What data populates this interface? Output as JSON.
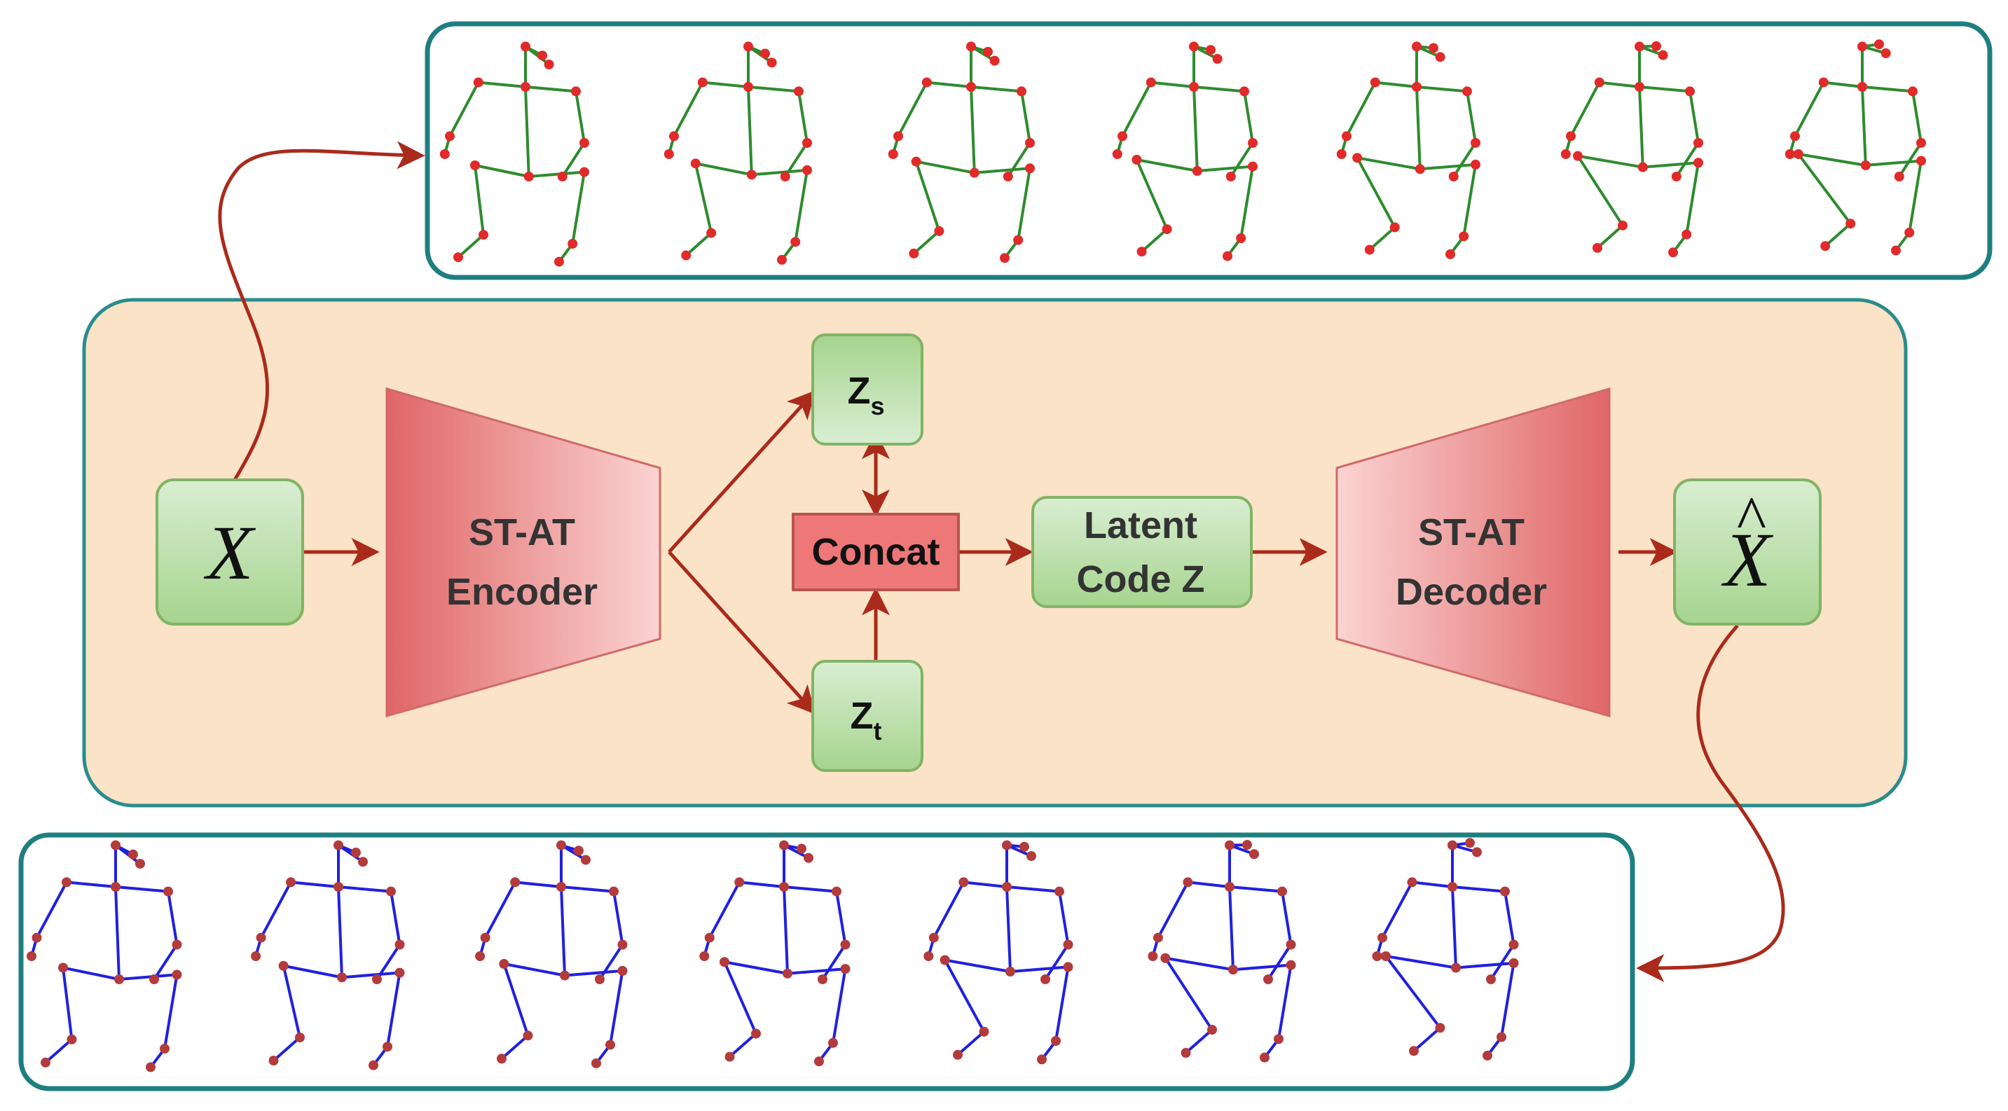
{
  "nodes": {
    "input_x": {
      "label": "X"
    },
    "encoder": {
      "line1": "ST-AT",
      "line2": "Encoder"
    },
    "zs": {
      "main": "Z",
      "sub": "s"
    },
    "zt": {
      "main": "Z",
      "sub": "t"
    },
    "concat": {
      "label": "Concat"
    },
    "latent": {
      "line1": "Latent",
      "line2": "Code Z"
    },
    "decoder": {
      "line1": "ST-AT",
      "line2": "Decoder"
    },
    "output_x": {
      "label": "X",
      "accent": "^"
    }
  },
  "colors": {
    "panel_fill": "#fae3c6",
    "panel_stroke": "#2a8c8c",
    "node_fill_top": "#d9eed2",
    "node_fill_bottom": "#a6d48e",
    "node_stroke": "#82b366",
    "trap_dark": "#e06666",
    "trap_light": "#fbd3d3",
    "concat_fill": "#ee7777",
    "arrow": "#aa2a1c",
    "input_skeleton_line": "#2e8b2e",
    "input_skeleton_joint": "#e12a2a",
    "output_skeleton_line": "#2020e0",
    "output_skeleton_joint": "#b33b3b"
  },
  "icons": {
    "input_sequence": "skeleton-pose-icon",
    "output_sequence": "skeleton-pose-icon"
  }
}
